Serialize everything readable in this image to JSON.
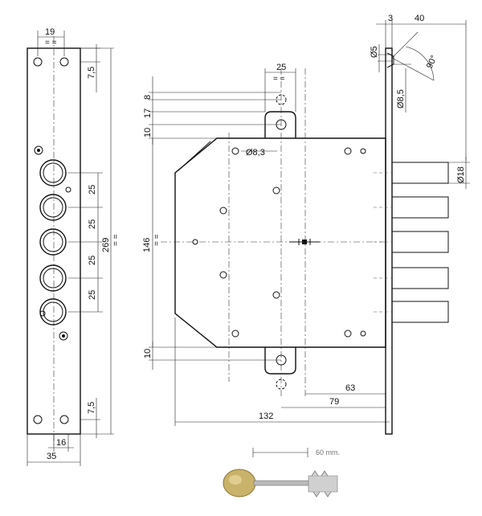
{
  "faceplate": {
    "dims": {
      "top_width": "19",
      "hole_offset": "7,5",
      "spacing": [
        "25",
        "25",
        "25",
        "25"
      ],
      "total_length": "269",
      "bottom_offset": "7,5",
      "bottom_inner": "16",
      "width": "35"
    }
  },
  "lock_body": {
    "dims": {
      "top_width": "25",
      "top_8": "8",
      "top_17": "17",
      "top_10": "10",
      "height": "146",
      "bottom_10": "10",
      "hole_dia": "Ø8,3",
      "dist_63": "63",
      "dist_79": "79",
      "dist_132": "132"
    }
  },
  "side": {
    "dims": {
      "thickness": "3",
      "projection": "40",
      "hole_5": "Ø5",
      "angle": "90°",
      "hole_85": "Ø8,5",
      "bolt_dia": "Ø18"
    }
  },
  "key": {
    "length_label": "60 mm."
  }
}
